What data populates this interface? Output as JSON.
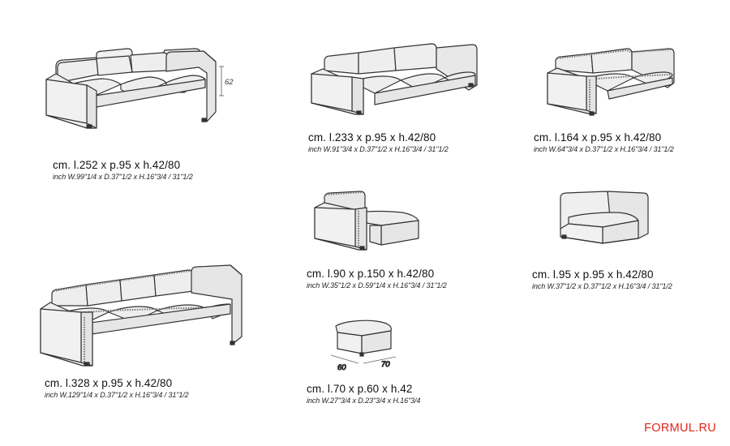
{
  "products": [
    {
      "id": "sofa-252",
      "cm": "cm. l.252 x p.95 x h.42/80",
      "inch": "inch W.99\"1/4 x D.37\"1/2 x H.16\"3/4 / 31\"1/2",
      "dimension_callout": "62"
    },
    {
      "id": "sofa-233",
      "cm": "cm. l.233 x p.95 x h.42/80",
      "inch": "inch W.91\"3/4 x D.37\"1/2 x H.16\"3/4 / 31\"1/2"
    },
    {
      "id": "sofa-164",
      "cm": "cm. l.164 x p.95 x h.42/80",
      "inch": "inch W.64\"3/4 x D.37\"1/2 x H.16\"3/4 / 31\"1/2"
    },
    {
      "id": "chaise-90",
      "cm": "cm. l.90 x p.150 x h.42/80",
      "inch": "inch W.35\"1/2 x D.59\"1/4 x H.16\"3/4 / 31\"1/2"
    },
    {
      "id": "corner-95",
      "cm": "cm. l.95 x p.95 x h.42/80",
      "inch": "inch W.37\"1/2 x D.37\"1/2 x H.16\"3/4 / 31\"1/2"
    },
    {
      "id": "sofa-328",
      "cm": "cm. l.328 x p.95 x h.42/80",
      "inch": "inch W.129\"1/4 x D.37\"1/2 x H.16\"3/4 / 31\"1/2"
    },
    {
      "id": "pouf-70",
      "cm": "cm. l.70 x p.60 x h.42",
      "inch": "inch W.27\"3/4 x D.23\"3/4 x H.16\"3/4",
      "dim_depth": "60",
      "dim_width": "70"
    }
  ],
  "watermark": "FORMUL.RU",
  "colors": {
    "fabric": "#eeeeee",
    "shade": "#e0e0e0",
    "outline": "#333333",
    "watermark": "#e0251b"
  }
}
